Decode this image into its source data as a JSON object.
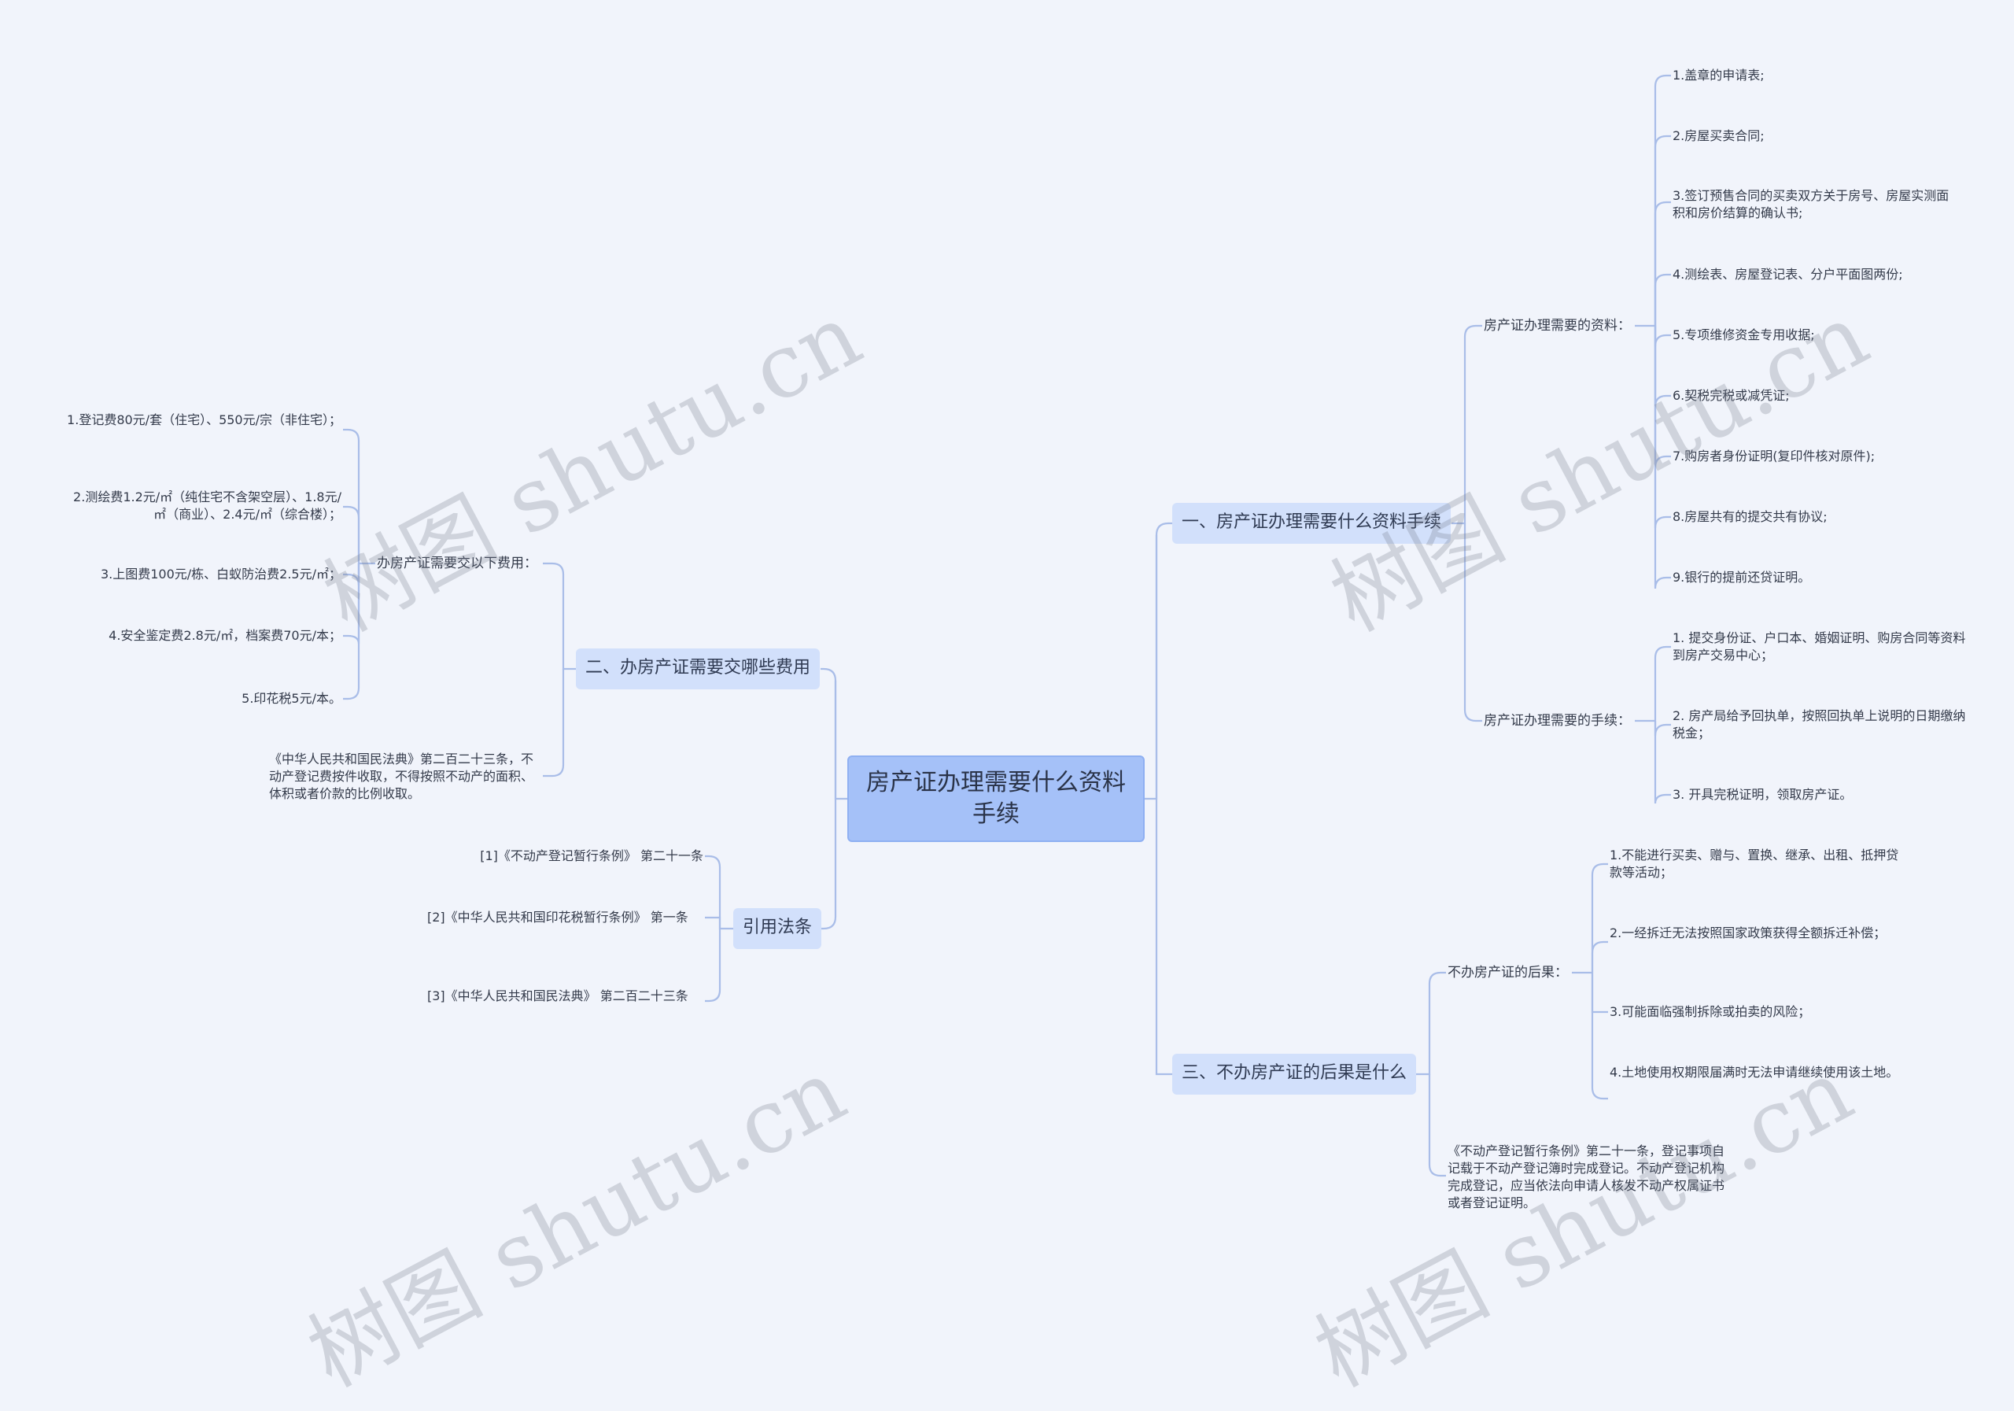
{
  "root": {
    "title": "房产证办理需要什么资料手续"
  },
  "branches": {
    "b1": {
      "label": "一、房产证办理需要什么资料手续"
    },
    "b2": {
      "label": "二、办房产证需要交哪些费用"
    },
    "b3": {
      "label": "三、不办房产证的后果是什么"
    },
    "b4": {
      "label": "引用法条"
    }
  },
  "b1": {
    "materials": {
      "label": "房产证办理需要的资料：",
      "items": [
        "1.盖章的申请表;",
        "2.房屋买卖合同;",
        "3.签订预售合同的买卖双方关于房号、房屋实测面积和房价结算的确认书;",
        "4.测绘表、房屋登记表、分户平面图两份;",
        "5.专项维修资金专用收据;",
        "6.契税完税或减凭证;",
        "7.购房者身份证明(复印件核对原件);",
        "8.房屋共有的提交共有协议;",
        "9.银行的提前还贷证明。"
      ]
    },
    "procedures": {
      "label": "房产证办理需要的手续：",
      "items": [
        "1. 提交身份证、户口本、婚姻证明、购房合同等资料到房产交易中心；",
        "2. 房产局给予回执单，按照回执单上说明的日期缴纳税金；",
        "3. 开具完税证明，领取房产证。"
      ]
    }
  },
  "b2": {
    "fees": {
      "label": "办房产证需要交以下费用：",
      "items": [
        "1.登记费80元/套（住宅）、550元/宗（非住宅）；",
        "2.测绘费1.2元/㎡（纯住宅不含架空层）、1.8元/㎡（商业）、2.4元/㎡（综合楼）；",
        "3.上图费100元/栋、白蚁防治费2.5元/㎡；",
        "4.安全鉴定费2.8元/㎡，档案费70元/本；",
        "5.印花税5元/本。"
      ]
    },
    "law": "《中华人民共和国民法典》第二百二十三条，不动产登记费按件收取，不得按照不动产的面积、体积或者价款的比例收取。"
  },
  "b3": {
    "consequences": {
      "label": "不办房产证的后果：",
      "items": [
        "1.不能进行买卖、赠与、置换、继承、出租、抵押贷款等活动；",
        "2.一经拆迁无法按照国家政策获得全额拆迁补偿；",
        "3.可能面临强制拆除或拍卖的风险；",
        "4.土地使用权期限届满时无法申请继续使用该土地。"
      ]
    },
    "law": "《不动产登记暂行条例》第二十一条，登记事项自记载于不动产登记簿时完成登记。不动产登记机构完成登记，应当依法向申请人核发不动产权属证书或者登记证明。"
  },
  "b4": {
    "items": [
      "[1]《不动产登记暂行条例》 第二十一条",
      "[2]《中华人民共和国印花税暂行条例》 第一条",
      "[3]《中华人民共和国民法典》 第二百二十三条"
    ]
  },
  "watermark": {
    "text": "树图 shutu.cn"
  },
  "colors": {
    "root": "#a5c1f8",
    "branch": "#d2e0fb",
    "line": "#a9bde8",
    "background": "#f1f4fb"
  }
}
